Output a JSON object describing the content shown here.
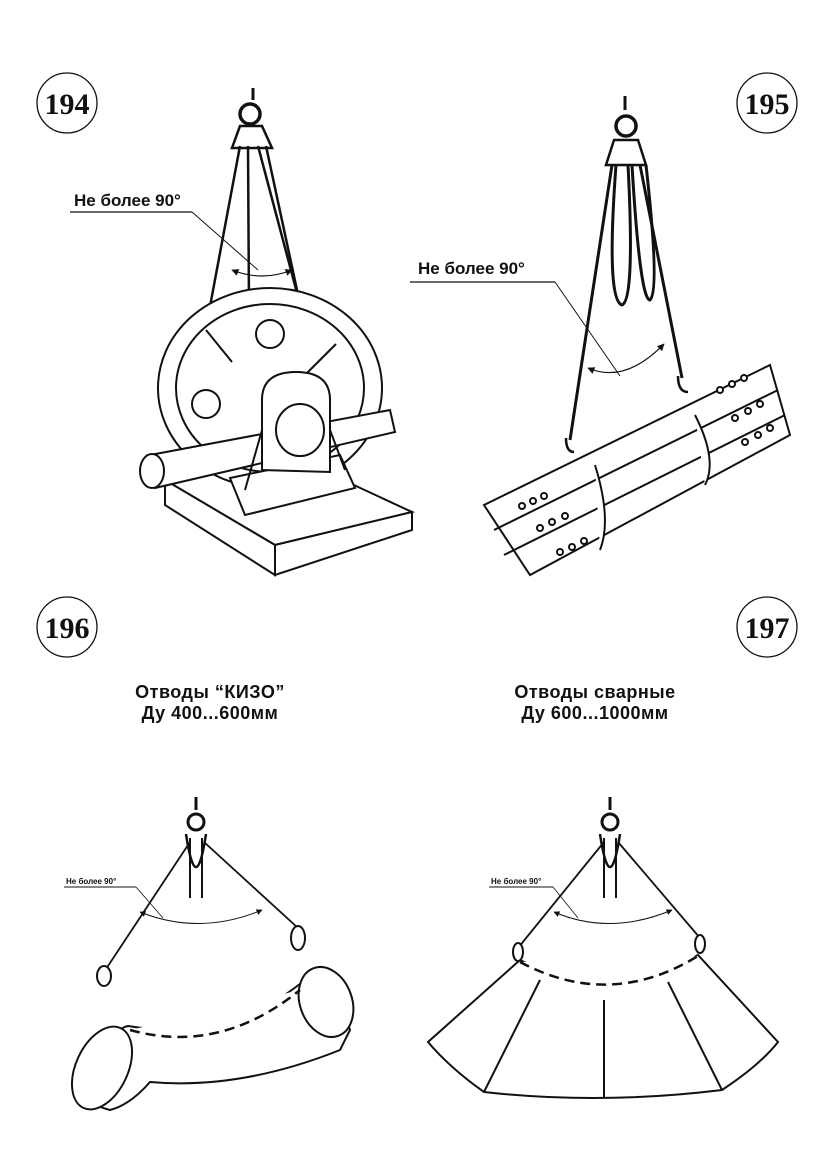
{
  "figures": [
    {
      "number": "194",
      "angle_label": "Не более 90°"
    },
    {
      "number": "195",
      "angle_label": "Не более 90°"
    },
    {
      "number": "196",
      "angle_label": "Не более 90°",
      "caption_line1": "Отводы “КИЗО”",
      "caption_line2": "Ду 400...600мм"
    },
    {
      "number": "197",
      "angle_label": "Не более 90°",
      "caption_line1": "Отводы сварные",
      "caption_line2": "Ду 600...1000мм"
    }
  ]
}
